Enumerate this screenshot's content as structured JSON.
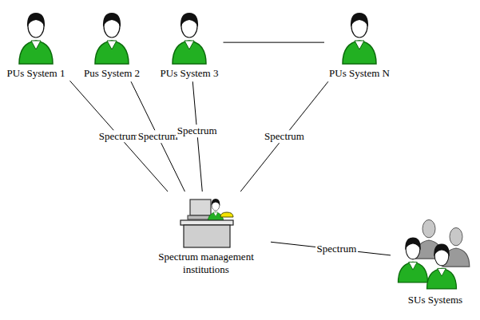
{
  "diagram": {
    "nodes": [
      {
        "text": [
          "PUs System 1"
        ]
      },
      {
        "text": [
          "Pus System 2"
        ]
      },
      {
        "text": [
          "PUs System 3"
        ]
      },
      {
        "text": [
          "PUs System N"
        ]
      },
      {
        "text": [
          "Spectrum management institutions"
        ]
      },
      {
        "text": [
          "SUs Systems"
        ]
      }
    ],
    "edges": [
      {
        "from": 0,
        "to": 4,
        "arrow": "none",
        "label": "Spectrum"
      },
      {
        "from": 1,
        "to": 4,
        "arrow": "none",
        "label": "Spectrum"
      },
      {
        "from": 2,
        "to": 4,
        "arrow": "none",
        "label": "Spectrum"
      },
      {
        "from": 2,
        "to": 3,
        "arrow": "none"
      },
      {
        "from": 3,
        "to": 4,
        "arrow": "none",
        "label": "Spectrum"
      },
      {
        "from": 4,
        "to": 5,
        "arrow": "none",
        "label": "Spectrum"
      }
    ]
  }
}
